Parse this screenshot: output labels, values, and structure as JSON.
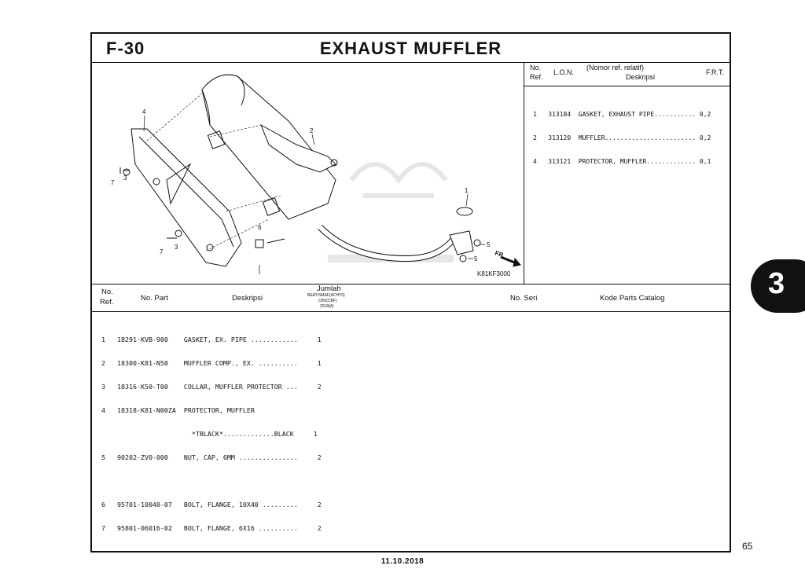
{
  "figure": {
    "number": "F-30",
    "title": "EXHAUST MUFFLER",
    "diagram_code": "K81KF3000"
  },
  "diagram_callouts": [
    "4",
    "2",
    "7",
    "3",
    "1",
    "6",
    "7",
    "3",
    "5",
    "5"
  ],
  "front_marker": "FR.",
  "ref_table": {
    "headers": {
      "no": "No.",
      "ref": "Ref.",
      "lon": "L.O.N.",
      "nomor_ref": "(Nomor ref. relatif)",
      "deskripsi": "Deskripsi",
      "frt": "F.R.T."
    },
    "rows": [
      "1   313184  GASKET, EXHAUST PIPE........... 0,2",
      "2   313120  MUFFLER........................ 0,2",
      "4   313121  PROTECTOR, MUFFLER............. 0,1"
    ]
  },
  "parts_table": {
    "headers": {
      "no": "No.",
      "ref": "Ref.",
      "no_part": "No. Part",
      "deskripsi": "Deskripsi",
      "jumlah": "Jumlah",
      "jumlah_sub1": "BEAT/SMAF(ACHT0)",
      "jumlah_sub2": "CBS(CBF)",
      "jumlah_sub3": "2018(A)",
      "no_seri": "No. Seri",
      "catalog": "Kode Parts Catalog"
    },
    "rows": [
      "1   18291-KVB-900    GASKET, EX. PIPE ............     1",
      "2   18300-K81-N50    MUFFLER COMP., EX. ..........     1",
      "3   18316-K50-T00    COLLAR, MUFFLER PROTECTOR ...     2",
      "4   18318-K81-N00ZA  PROTECTOR, MUFFLER",
      "                       *TBLACK*.............BLACK     1",
      "5   90202-ZV0-000    NUT, CAP, 6MM ...............     2",
      "",
      "6   95701-10040-07   BOLT, FLANGE, 10X40 .........     2",
      "7   95801-06016-02   BOLT, FLANGE, 6X16 ..........     2"
    ]
  },
  "section_tab": "3",
  "page_number": "65",
  "print_date": "11.10.2018",
  "colors": {
    "ink": "#111111",
    "watermark": "#e6e6e6"
  }
}
